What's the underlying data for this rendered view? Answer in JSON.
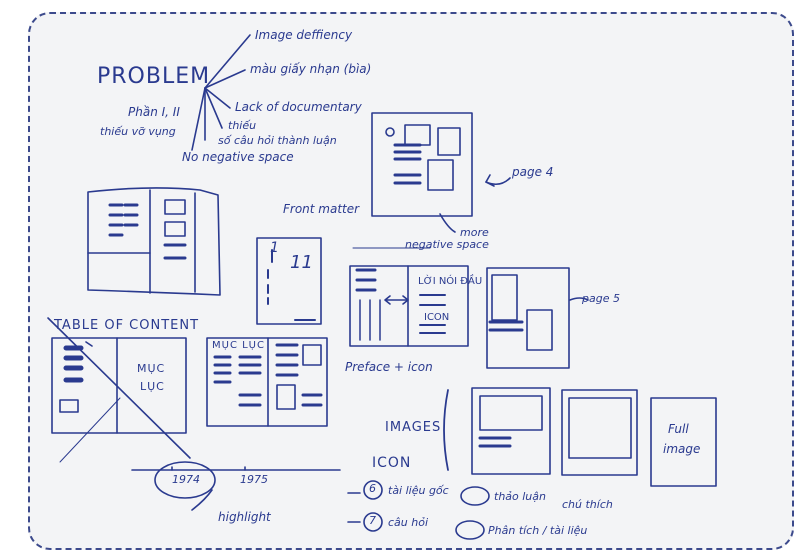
{
  "problem": {
    "title": "PROBLEM",
    "sub1": "Phần I, II",
    "sub2": "thiếu vỡ vụng",
    "branches": [
      "Image deffiency",
      "màu giấy nhạn (bìa)",
      "Lack of documentary",
      "thiếu",
      "số câu hỏi thành luận",
      "No negative space"
    ]
  },
  "front_matter": {
    "label": "Front matter"
  },
  "page4": {
    "label": "page 4"
  },
  "page5": {
    "label": "page 5"
  },
  "negative_space": {
    "label1": "more",
    "label2": "negative space"
  },
  "preface": {
    "label": "Preface + icon",
    "box_title": "LỜI NÓI ĐẦU",
    "box_icon": "ICON"
  },
  "toc": {
    "title": "TABLE OF CONTENT",
    "muc": "MỤC",
    "luc": "LỤC",
    "mucluc2": "MỤC LỤC"
  },
  "images": {
    "label": "IMAGES",
    "full1": "Full",
    "full2": "image"
  },
  "icon_section": {
    "label": "ICON",
    "items": [
      "tài liệu gốc",
      "câu hỏi",
      "thảo luận",
      "chú thích",
      "Phân tích / tài liệu"
    ],
    "numbers": [
      "6",
      "7"
    ]
  },
  "timeline": {
    "year1": "1974",
    "year2": "1975",
    "highlight": "highlight"
  },
  "numbers_small": {
    "n1": "1",
    "n2": "11"
  }
}
